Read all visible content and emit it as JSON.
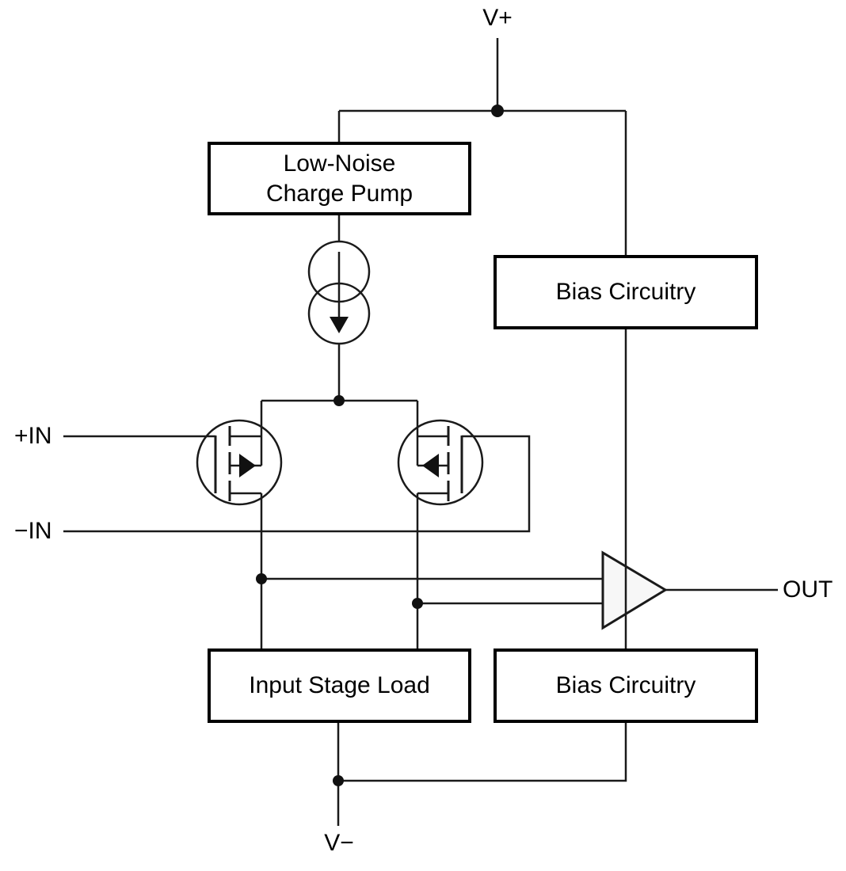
{
  "diagram_title": "op-amp input stage with low-noise charge pump block diagram",
  "labels": {
    "v_plus": "V+",
    "v_minus": "V−",
    "in_plus": "+IN",
    "in_minus": "−IN",
    "out": "OUT"
  },
  "blocks": {
    "charge_pump": {
      "line1": "Low-Noise",
      "line2": "Charge Pump"
    },
    "bias_top": {
      "label": "Bias Circuitry"
    },
    "bias_bottom": {
      "label": "Bias Circuitry"
    },
    "input_stage_load": {
      "label": "Input Stage Load"
    }
  },
  "symbols": {
    "current_source": "current-source (two overlapping circles with downward arrow)",
    "mosfet_left": "p-channel mosfet (gate left)",
    "mosfet_right": "p-channel mosfet (gate right)",
    "amplifier": "output amplifier triangle"
  },
  "colors": {
    "wire": "#1a1a1a",
    "box_border": "#000000",
    "background": "#ffffff",
    "triangle_fill": "#f7f7f7",
    "dot": "#111111"
  }
}
